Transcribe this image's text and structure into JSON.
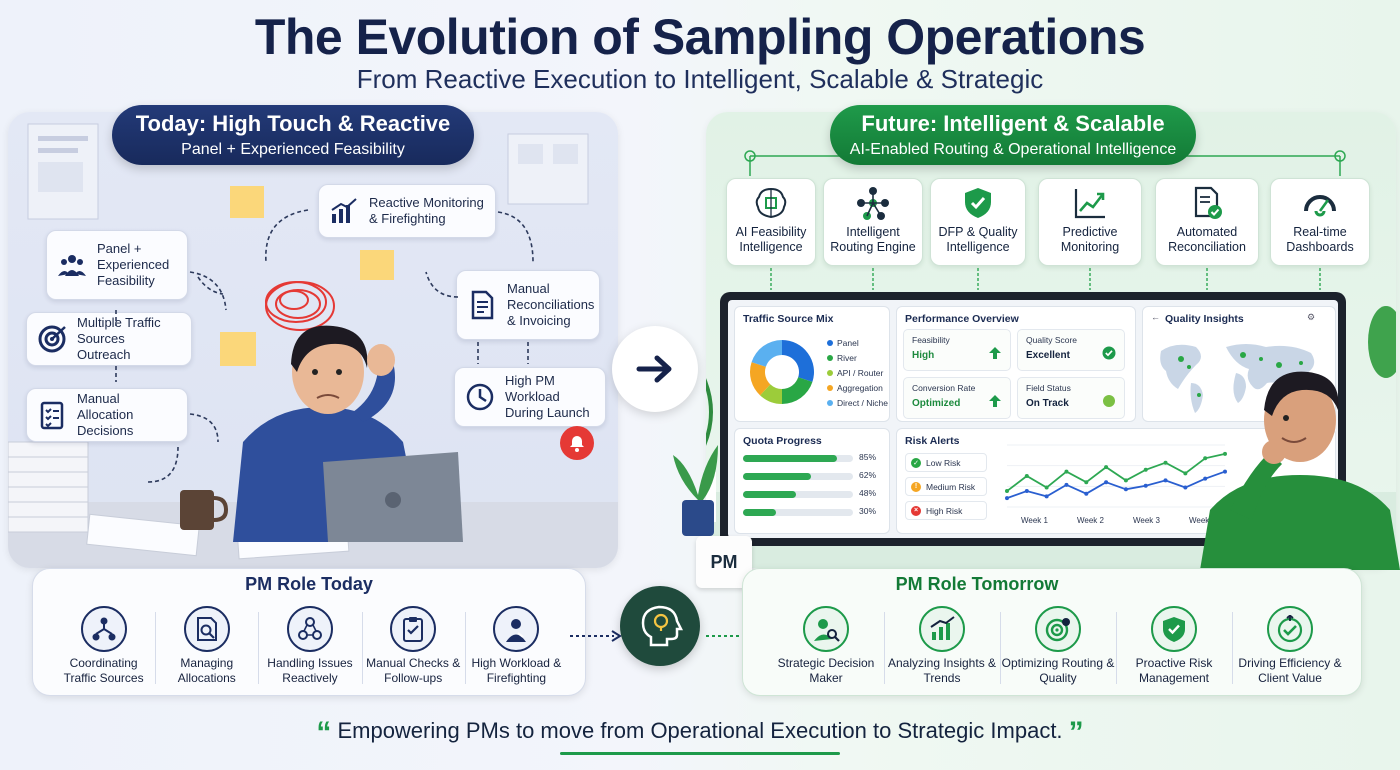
{
  "title": "The Evolution of Sampling Operations",
  "subtitle": "From Reactive Execution to Intelligent, Scalable & Strategic",
  "colors": {
    "navy": "#1b2d62",
    "green": "#1d9a4a",
    "red": "#e53935",
    "amber": "#f5a623",
    "blue": "#1e6fd9"
  },
  "today": {
    "heading": "Today: High Touch & Reactive",
    "subheading": "Panel + Experienced Feasibility",
    "cards": [
      {
        "label": "Panel + Experienced Feasibility",
        "icon": "people-icon"
      },
      {
        "label": "Multiple Traffic Sources Outreach",
        "icon": "target-icon"
      },
      {
        "label": "Manual Allocation Decisions",
        "icon": "checklist-icon"
      },
      {
        "label": "Reactive Monitoring & Firefighting",
        "icon": "bar-chart-icon"
      },
      {
        "label": "Manual Reconciliations & Invoicing",
        "icon": "document-icon"
      },
      {
        "label": "High PM Workload During Launch",
        "icon": "clock-icon"
      }
    ]
  },
  "future": {
    "heading": "Future: Intelligent & Scalable",
    "subheading": "AI-Enabled Routing & Operational Intelligence",
    "tiles": [
      {
        "label": "AI Feasibility Intelligence",
        "icon": "brain-chip-icon"
      },
      {
        "label": "Intelligent Routing Engine",
        "icon": "network-icon"
      },
      {
        "label": "DFP & Quality Intelligence",
        "icon": "shield-check-icon"
      },
      {
        "label": "Predictive Monitoring",
        "icon": "trend-up-icon"
      },
      {
        "label": "Automated Reconciliation",
        "icon": "document-check-icon"
      },
      {
        "label": "Real-time Dashboards",
        "icon": "gauge-icon"
      }
    ]
  },
  "dashboard": {
    "traffic_mix": {
      "title": "Traffic Source Mix",
      "legend": [
        {
          "name": "Panel",
          "color": "#1e6fd9",
          "share": 30
        },
        {
          "name": "River",
          "color": "#29a745",
          "share": 20
        },
        {
          "name": "API / Router",
          "color": "#9ccc3a",
          "share": 12
        },
        {
          "name": "Aggregation",
          "color": "#f5a623",
          "share": 18
        },
        {
          "name": "Direct / Niche",
          "color": "#5ab0f0",
          "share": 20
        }
      ]
    },
    "performance": {
      "title": "Performance Overview",
      "items": [
        {
          "label": "Feasibility",
          "value": "High",
          "status": "up-arrow-icon"
        },
        {
          "label": "Quality Score",
          "value": "Excellent",
          "status": "check-circle-icon"
        },
        {
          "label": "Conversion Rate",
          "value": "Optimized",
          "status": "up-arrow-icon"
        },
        {
          "label": "Field Status",
          "value": "On Track",
          "status": "green-dot-icon"
        }
      ]
    },
    "quality": {
      "title": "Quality Insights"
    },
    "quota": {
      "title": "Quota Progress",
      "bars": [
        {
          "label": "85%",
          "value": 85
        },
        {
          "label": "62%",
          "value": 62
        },
        {
          "label": "48%",
          "value": 48
        },
        {
          "label": "30%",
          "value": 30
        }
      ]
    },
    "risk": {
      "title": "Risk Alerts",
      "levels": [
        {
          "label": "Low Risk",
          "color": "#29a745"
        },
        {
          "label": "Medium Risk",
          "color": "#f5a623"
        },
        {
          "label": "High Risk",
          "color": "#e53935"
        }
      ],
      "weeks": [
        "Week 1",
        "Week 2",
        "Week 3",
        "Week 4"
      ],
      "series_green": [
        18,
        35,
        22,
        40,
        28,
        45,
        30,
        42,
        50,
        38,
        55,
        60
      ],
      "series_blue": [
        10,
        18,
        12,
        25,
        15,
        28,
        20,
        24,
        30,
        22,
        32,
        40
      ]
    }
  },
  "mug_label": "PM",
  "pm_today": {
    "title": "PM Role Today",
    "items": [
      {
        "label": "Coordinating Traffic Sources",
        "icon": "hierarchy-icon"
      },
      {
        "label": "Managing Allocations",
        "icon": "search-doc-icon"
      },
      {
        "label": "Handling Issues Reactively",
        "icon": "people-link-icon"
      },
      {
        "label": "Manual Checks & Follow-ups",
        "icon": "clipboard-check-icon"
      },
      {
        "label": "High Workload & Firefighting",
        "icon": "worker-icon"
      }
    ]
  },
  "pm_tomorrow": {
    "title": "PM Role Tomorrow",
    "items": [
      {
        "label": "Strategic Decision Maker",
        "icon": "person-search-icon"
      },
      {
        "label": "Analyzing Insights & Trends",
        "icon": "growth-chart-icon"
      },
      {
        "label": "Optimizing Routing & Quality",
        "icon": "target-gear-icon"
      },
      {
        "label": "Proactive Risk Management",
        "icon": "shield-check-icon"
      },
      {
        "label": "Driving Efficiency & Client Value",
        "icon": "check-arrows-icon"
      }
    ]
  },
  "quote": "Empowering PMs to move from Operational Execution to Strategic Impact."
}
